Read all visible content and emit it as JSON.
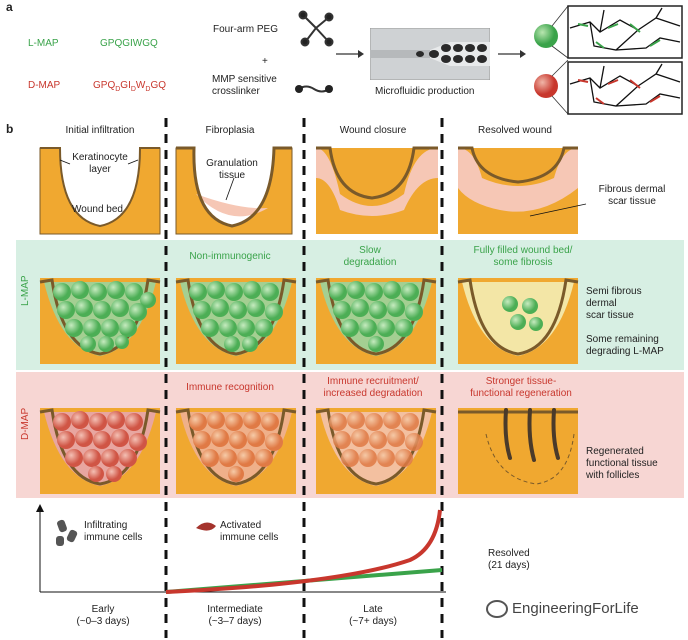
{
  "panel_a": {
    "letter": "a",
    "lmap": {
      "label": "L-MAP",
      "seq": "GPQGIWGQ"
    },
    "dmap": {
      "label": "D-MAP",
      "seq": "GPQDGIDWDGQ"
    },
    "peg_label": "Four-arm PEG",
    "plus": "+",
    "crosslinker_label": "MMP sensitive crosslinker",
    "microfluidic_label": "Microfluidic production"
  },
  "panel_b": {
    "letter": "b",
    "columns": [
      "Initial infiltration",
      "Fibroplasia",
      "Wound closure",
      "Resolved wound"
    ],
    "top_row": {
      "keratinocyte": "Keratinocyte layer",
      "wound_bed": "Wound bed",
      "granulation": "Granulation tissue",
      "fibrous": "Fibrous dermal scar tissue"
    },
    "lmap_row": {
      "side": "L-MAP",
      "c2": "Non-immunogenic",
      "c3": "Slow degradation",
      "c4": "Fully filled wound bed/ some fibrosis",
      "semi": "Semi fibrous dermal scar tissue",
      "remaining": "Some remaining degrading L-MAP"
    },
    "dmap_row": {
      "side": "D-MAP",
      "c2": "Immune recognition",
      "c3": "Immune recruitment/ increased degradation",
      "c4": "Stronger tissue-functional regeneration",
      "regen": "Regenerated functional tissue with follicles"
    },
    "timeline": {
      "infiltrating": "Infiltrating immune cells",
      "activated": "Activated immune cells",
      "resolved": "Resolved (21 days)",
      "phases": [
        "Early (~0–3 days)",
        "Intermediate (~3–7 days)",
        "Late (~7+ days)"
      ]
    }
  },
  "watermark": "EngineeringForLife",
  "colors": {
    "green": "#3aa34a",
    "red": "#c8372d",
    "tissue": "#f0a830",
    "green_bg": "#d7efe3",
    "red_bg": "#f7d6d3"
  }
}
